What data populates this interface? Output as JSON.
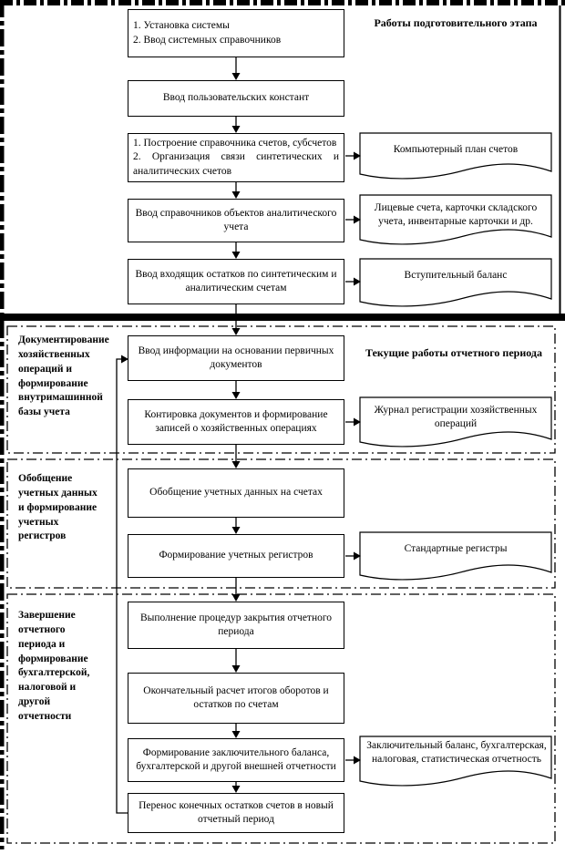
{
  "headers": {
    "preparatory": "Работы подготовительного этапа",
    "current": "Текущие работы отчетного периода"
  },
  "section_labels": {
    "documenting": "Документирование\nхозяйственных\nопераций и\nформирование\nвнутримашинной\nбазы учета",
    "summarization": "Обобщение\nучетных данных\nи формирование\nучетных\nрегистров",
    "closing": "Завершение\nотчетного\nпериода и\nформирование\nбухгалтерской,\nналоговой и\nдругой\nотчетности"
  },
  "boxes": {
    "b1": "1. Установка системы\n2. Ввод системных справочников",
    "b2": "Ввод пользовательских констант",
    "b3a": "1. Построение справочника счетов, субсчетов",
    "b3b": "2. Организация связи синтетических и аналитических счетов",
    "b4": "Ввод справочников объектов аналитического учета",
    "b5": "Ввод входящик остатков по синтетическим и аналитическим счетам",
    "b6": "Ввод информации на основании первичных документов",
    "b7": "Контировка документов и формирование записей о хозяйственных операциях",
    "b8": "Обобщение учетных данных на счетах",
    "b9": "Формирование учетных регистров",
    "b10": "Выполнение процедур закрытия отчетного периода",
    "b11": "Окончательный расчет итогов оборотов и остатков по счетам",
    "b12": "Формирование заключительного баланса, бухгалтерской и другой внешней отчетности",
    "b13": "Перенос конечных остатков счетов в новый отчетный период"
  },
  "documents": {
    "d1": "Компьютерный план счетов",
    "d2": "Лицевые счета, карточки складского учета, инвентарные карточки и др.",
    "d3": "Вступительный баланс",
    "d4": "Журнал регистрации хозяйственных операций",
    "d5": "Стандартные регистры",
    "d6": "Заключительный баланс, бухгалтерская, налоговая, статистическая отчетность"
  },
  "icons": {
    "arrow_down": "▼",
    "arrow_right": "►"
  },
  "colors": {
    "ink": "#000000",
    "paper": "#ffffff"
  }
}
